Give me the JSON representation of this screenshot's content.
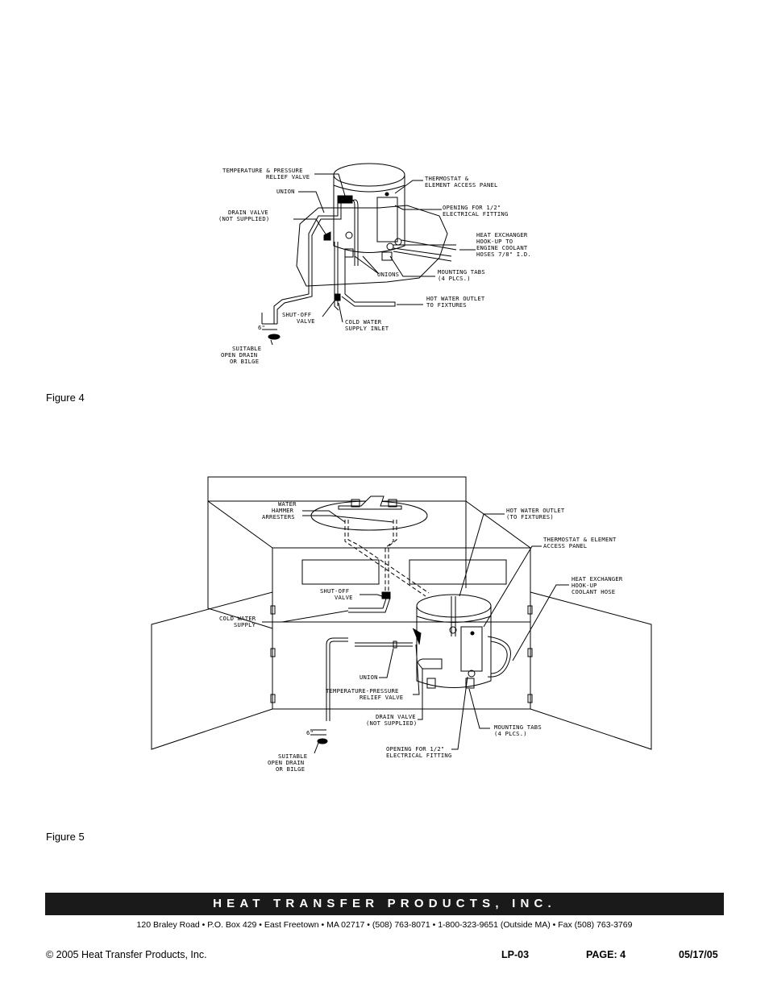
{
  "figure4": {
    "caption": "Figure 4",
    "labels": {
      "tp_relief_1": "TEMPERATURE & PRESSURE",
      "tp_relief_2": "RELIEF VALVE",
      "union": "UNION",
      "drain_1": "DRAIN VALVE",
      "drain_2": "(NOT SUPPLIED)",
      "shutoff_1": "SHUT-OFF",
      "shutoff_2": "VALVE",
      "six_in": "6\"",
      "open_drain_1": "SUITABLE",
      "open_drain_2": "OPEN DRAIN",
      "open_drain_3": "OR BILGE",
      "thermostat_1": "THERMOSTAT &",
      "thermostat_2": "ELEMENT ACCESS PANEL",
      "opening_1": "OPENING FOR 1/2\"",
      "opening_2": "ELECTRICAL FITTING",
      "hx_1": "HEAT EXCHANGER",
      "hx_2": "HOOK-UP TO",
      "hx_3": "ENGINE COOLANT",
      "hx_4": "HOSES 7/8\" I.D.",
      "unions": "UNIONS",
      "mount_1": "MOUNTING TABS",
      "mount_2": "(4 PLCS.)",
      "hot_1": "HOT WATER OUTLET",
      "hot_2": "TO FIXTURES",
      "cold_1": "COLD WATER",
      "cold_2": "SUPPLY INLET"
    }
  },
  "figure5": {
    "caption": "Figure 5",
    "labels": {
      "wha_1": "WATER",
      "wha_2": "HAMMER",
      "wha_3": "ARRESTERS",
      "hot_1": "HOT WATER OUTLET",
      "hot_2": "(TO FIXTURES)",
      "thermostat_1": "THERMOSTAT & ELEMENT",
      "thermostat_2": "ACCESS PANEL",
      "hx_1": "HEAT EXCHANGER",
      "hx_2": "HOOK-UP",
      "hx_3": "COOLANT HOSE",
      "shutoff_1": "SHUT-OFF",
      "shutoff_2": "VALVE",
      "cold_1": "COLD WATER",
      "cold_2": "SUPPLY",
      "union": "UNION",
      "tp_relief_1": "TEMPERATURE-PRESSURE",
      "tp_relief_2": "RELIEF VALVE",
      "drain_1": "DRAIN VALVE",
      "drain_2": "(NOT SUPPLIED)",
      "mount_1": "MOUNTING TABS",
      "mount_2": "(4 PLCS.)",
      "six_in": "6\"",
      "opening_1": "OPENING FOR 1/2\"",
      "opening_2": "ELECTRICAL FITTING",
      "open_drain_1": "SUITABLE",
      "open_drain_2": "OPEN DRAIN",
      "open_drain_3": "OR BILGE"
    }
  },
  "footer": {
    "company": "HEAT TRANSFER PRODUCTS, INC.",
    "address": "120 Braley Road • P.O. Box 429 • East Freetown • MA 02717 • (508) 763-8071 • 1-800-323-9651 (Outside MA) • Fax (508) 763-3769",
    "copyright": "© 2005 Heat Transfer Products, Inc.",
    "doc_code": "LP-03",
    "page": "PAGE:  4",
    "date": "05/17/05"
  }
}
